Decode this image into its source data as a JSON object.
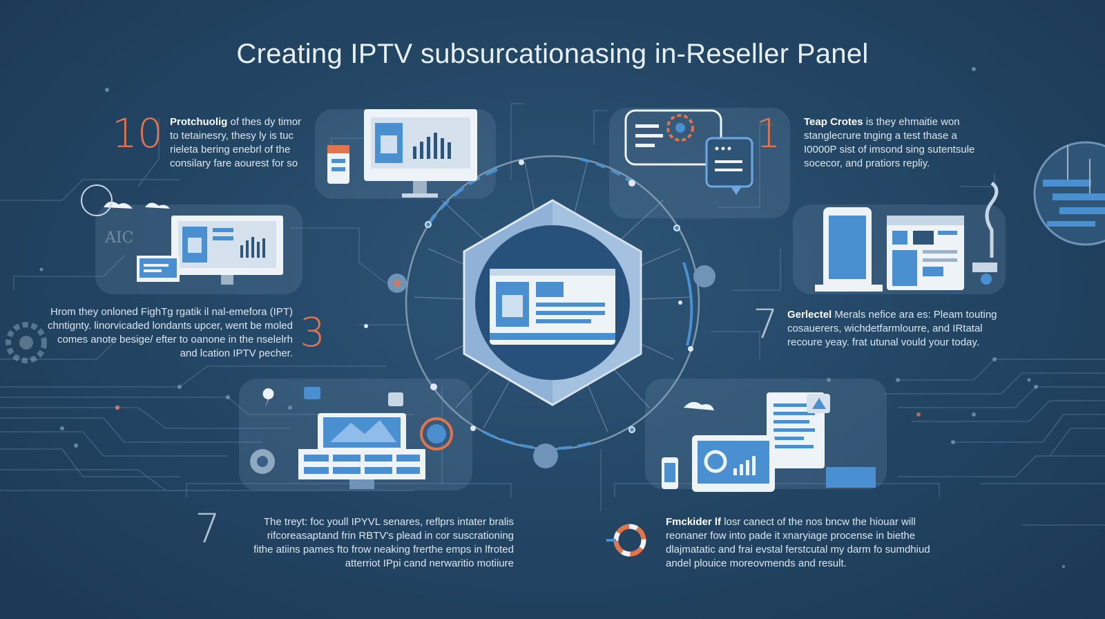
{
  "title": "Creating IPTV subsurcationasing in-Reseller Panel",
  "steps": [
    {
      "number": "10",
      "heading": "Protchuolig",
      "lines": [
        "Protchuolig of thes dy timor",
        "to tetainesry, thesy ly is tuc",
        "rieleta bering enebrl of the",
        "consilary fare aourest for so"
      ]
    },
    {
      "number": "1",
      "heading": "Teap Crotes",
      "lines": [
        "Teap Crotes is they ehmaitie won",
        "stanglecrure tnging a test thase a",
        "I0000P sist of imsond sing sutentsule",
        "socecor, and pratiors repliy."
      ]
    },
    {
      "number": "3",
      "heading": "",
      "lines": [
        "Hrom they onloned FighTg rgatik il nal-emefora (IPT)",
        "chntignty. linorvicaded londants upcer, went be moled",
        "comes anote besige/ efter to oanone in the nselelrh",
        "and lcation IPTV pecher."
      ]
    },
    {
      "number": "7",
      "heading": "Gerlectel",
      "lines": [
        "Gerlectel Merals nefice ara es: Pleam touting",
        "cosauerers, wichdetfarmlourre, and IRtatal",
        "recoure yeay. frat utunal vould your today."
      ]
    },
    {
      "number": "7",
      "heading": "",
      "lines": [
        "The treyt: foc youll IPYVL senares, reflprs intater bralis",
        "rifcoreasaptand frin RBTV's plead in cor suscrationing",
        "fithe atiins pames fto frow neaking frerthe emps in lfroted",
        "atterriot IPpi cand nerwaritio motiiure"
      ]
    },
    {
      "number": "",
      "heading": "Fmckider lf",
      "lines": [
        "Fmckider lf losr canect of the nos bncw the hiouar will",
        "reonaner fow into pade it xnaryiage procense in biethe",
        "dlajmatatic and frai evstal ferstcutal my darm fo sumdhiud",
        "andel plouice moreovmends and result."
      ]
    }
  ],
  "icon_labels": {
    "aic_label": "AIC"
  },
  "colors": {
    "background": "#244766",
    "accent_blue": "#4a8fd0",
    "accent_orange": "#e0744c",
    "panel_white": "#eef3f8"
  }
}
